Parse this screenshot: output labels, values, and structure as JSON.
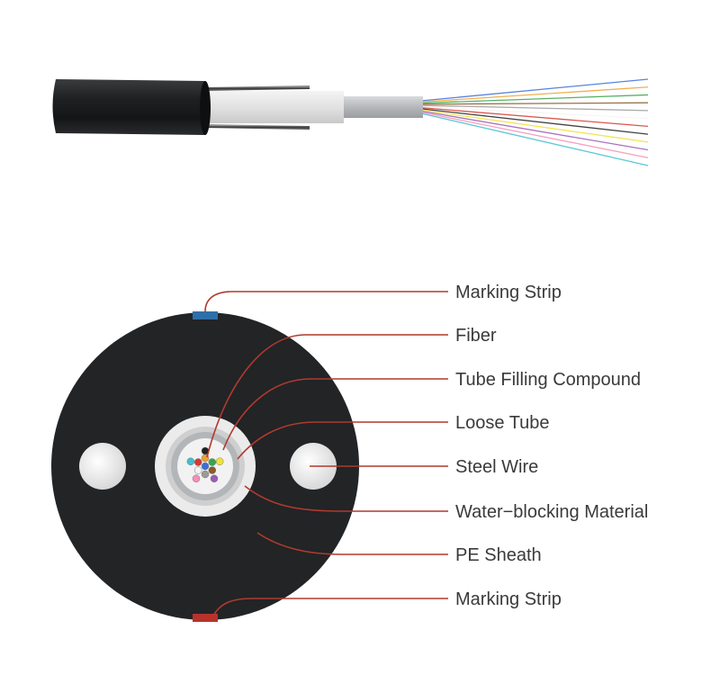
{
  "labels": {
    "marking_strip_top": "Marking Strip",
    "fiber": "Fiber",
    "tube_filling_compound": "Tube Filling Compound",
    "loose_tube": "Loose Tube",
    "steel_wire": "Steel Wire",
    "water_blocking_material": "Water−blocking Material",
    "pe_sheath": "PE Sheath",
    "marking_strip_bottom": "Marking Strip"
  },
  "colors": {
    "sheath": "#222426",
    "leader_line": "#b03a2e",
    "marking_strip_top": "#2f6fa8",
    "marking_strip_bottom": "#b8322c",
    "loose_tube": "#f2f2f2",
    "filling_compound": "#a9adb1",
    "steel_wire": "#e6e6e6"
  },
  "fiber_colors": [
    "#3b6fd6",
    "#f0a030",
    "#3aa34a",
    "#8a5a2b",
    "#9a9a9a",
    "#f3f3f3",
    "#d33a2f",
    "#222222",
    "#f1e23a",
    "#9b59b6",
    "#f58fb5",
    "#40c0d0"
  ]
}
